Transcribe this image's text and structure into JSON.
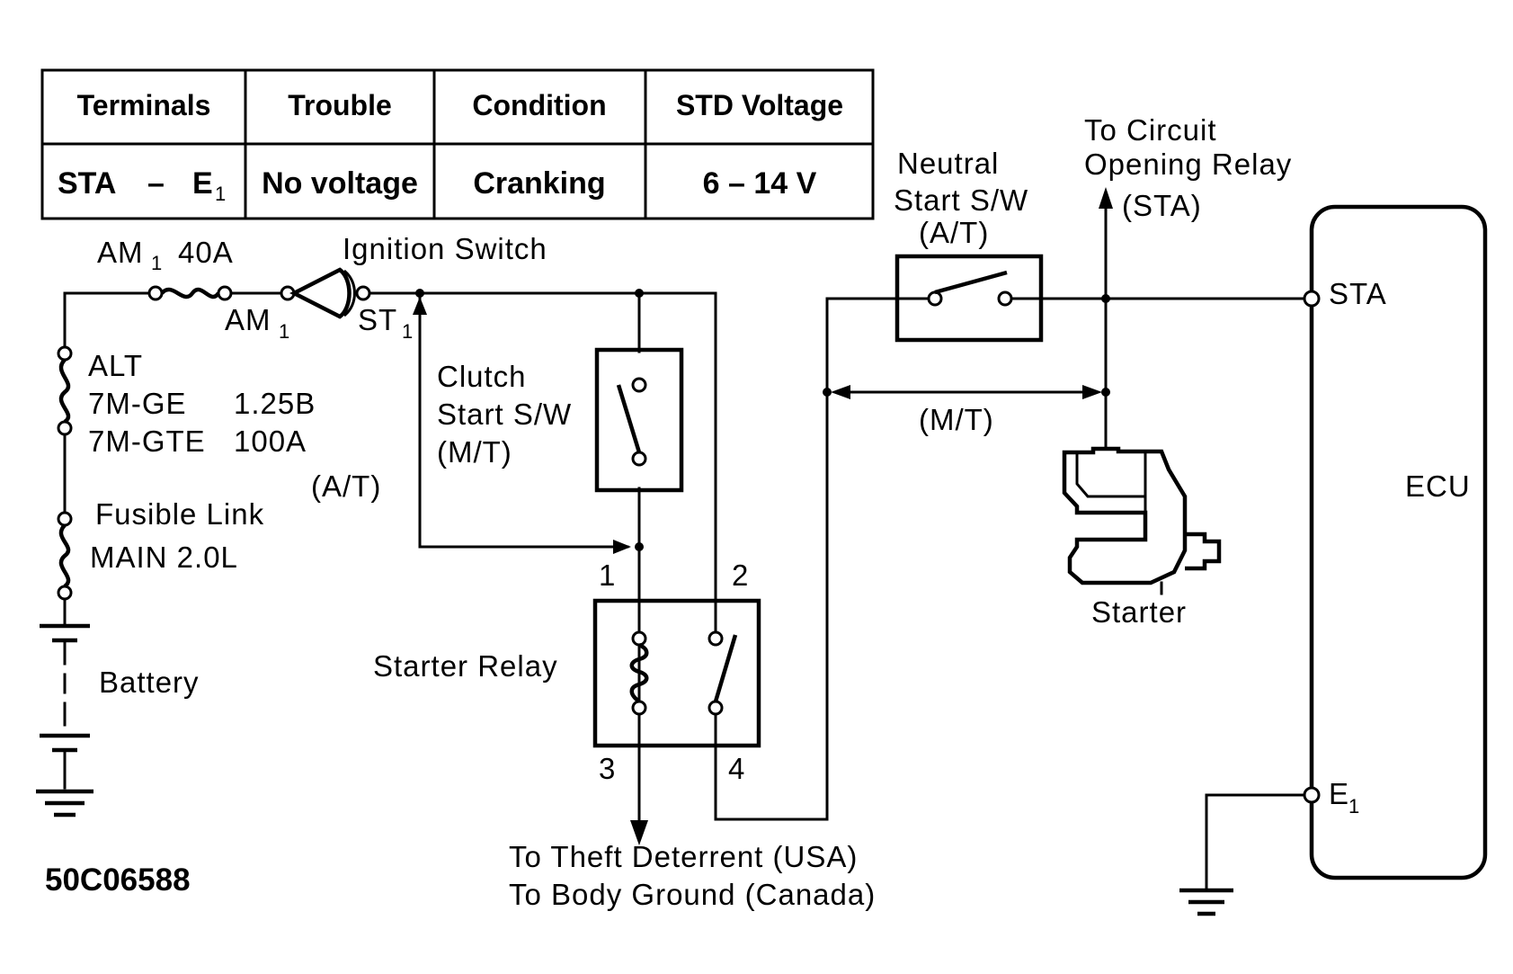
{
  "table": {
    "headers": [
      "Terminals",
      "Trouble",
      "Condition",
      "STD Voltage"
    ],
    "row": {
      "terminal_main": "STA",
      "terminal_dash": "–",
      "terminal_e": "E",
      "terminal_e_sub": "1",
      "trouble": "No voltage",
      "condition": "Cranking",
      "std_voltage": "6 – 14 V"
    }
  },
  "labels": {
    "am1_40a_main": "AM",
    "am1_40a_sub": "1",
    "am1_40a_rest": "40A",
    "am1_main": "AM",
    "am1_sub": "1",
    "ignition_switch": "Ignition Switch",
    "st1_main": "ST",
    "st1_sub": "1",
    "alt": "ALT",
    "alt_7mge": "7M-GE",
    "alt_7mge_val": "1.25B",
    "alt_7mgte": "7M-GTE",
    "alt_7mgte_val": "100A",
    "at": "(A/T)",
    "fusible_link": "Fusible Link",
    "main_fuse": "MAIN 2.0L",
    "battery": "Battery",
    "clutch_line1": "Clutch",
    "clutch_line2": "Start S/W",
    "clutch_line3": "(M/T)",
    "starter_relay": "Starter Relay",
    "pin1": "1",
    "pin2": "2",
    "pin3": "3",
    "pin4": "4",
    "neutral_line1": "Neutral",
    "neutral_line2": "Start S/W",
    "neutral_line3": "(A/T)",
    "circuit_line1": "To Circuit",
    "circuit_line2": "Opening Relay",
    "circuit_line3": "(STA)",
    "mt": "(M/T)",
    "starter": "Starter",
    "ecu": "ECU",
    "sta": "STA",
    "e1_main": "E",
    "e1_sub": "1",
    "theft_line1": "To Theft Deterrent (USA)",
    "theft_line2": "To Body Ground (Canada)",
    "figure_code": "50C06588"
  }
}
